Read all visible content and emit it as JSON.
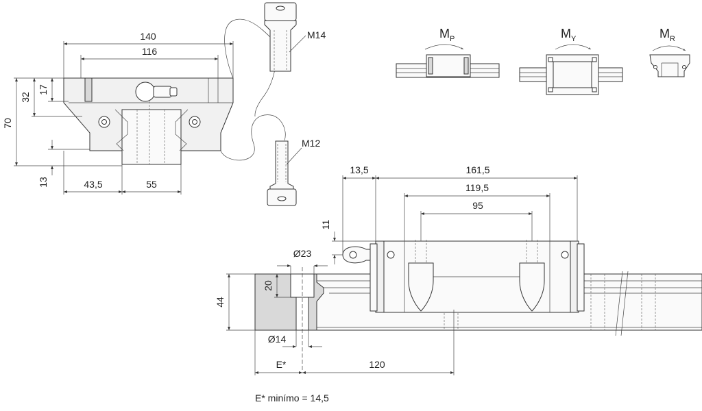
{
  "front_view": {
    "width_140": "140",
    "width_116": "116",
    "height_70": "70",
    "height_32": "32",
    "height_17": "17",
    "height_13": "13",
    "offset_43_5": "43,5",
    "rail_55": "55"
  },
  "bolts": {
    "upper": "M14",
    "lower": "M12"
  },
  "moments": {
    "pitch": {
      "main": "M",
      "sub": "P"
    },
    "yaw": {
      "main": "M",
      "sub": "Y"
    },
    "roll": {
      "main": "M",
      "sub": "R"
    }
  },
  "side_view": {
    "len_161_5": "161,5",
    "len_119_5": "119,5",
    "len_95": "95",
    "len_13_5": "13,5",
    "h_11": "11",
    "d_23": "Ø23",
    "depth_20": "20",
    "h_44": "44",
    "d_14": "Ø14",
    "e_label": "E*",
    "pitch_120": "120"
  },
  "footnote": "E* minímo = 14,5"
}
